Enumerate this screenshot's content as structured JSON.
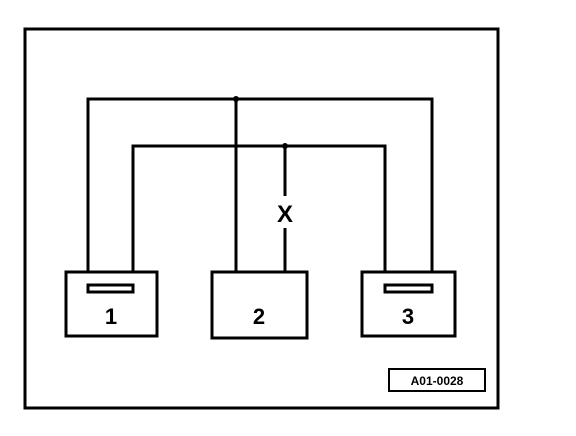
{
  "diagram": {
    "units": [
      {
        "id": "unit-1",
        "label": "1"
      },
      {
        "id": "unit-2",
        "label": "2"
      },
      {
        "id": "unit-3",
        "label": "3"
      }
    ],
    "measurement_label": "X",
    "reference_code": "A01-0028"
  },
  "colors": {
    "line": "#000000",
    "background": "#ffffff"
  }
}
